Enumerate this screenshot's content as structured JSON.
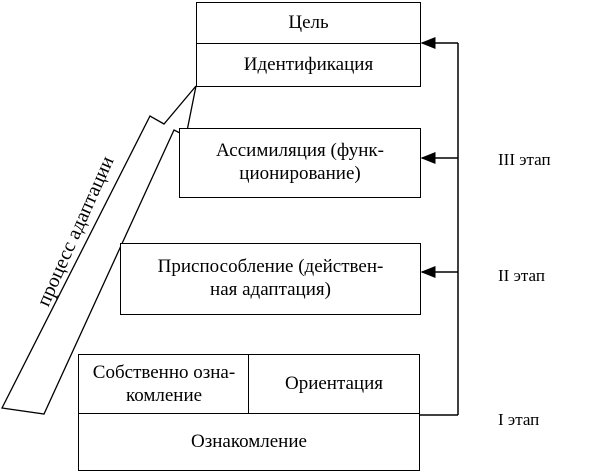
{
  "boxes": {
    "goal": "Цель",
    "identification": "Идентификация",
    "assimilation_line1": "Ассимиляция (функ-",
    "assimilation_line2": "ционирование)",
    "adaptation_line1": "Приспособление (действен-",
    "adaptation_line2": "ная адаптация)",
    "familiarization_proper_line1": "Собственно озна-",
    "familiarization_proper_line2": "комление",
    "orientation": "Ориентация",
    "familiarization": "Ознакомление"
  },
  "stages": {
    "stage3": "III этап",
    "stage2": "II этап",
    "stage1": "I этап"
  },
  "process_label": "процесс адаптации"
}
